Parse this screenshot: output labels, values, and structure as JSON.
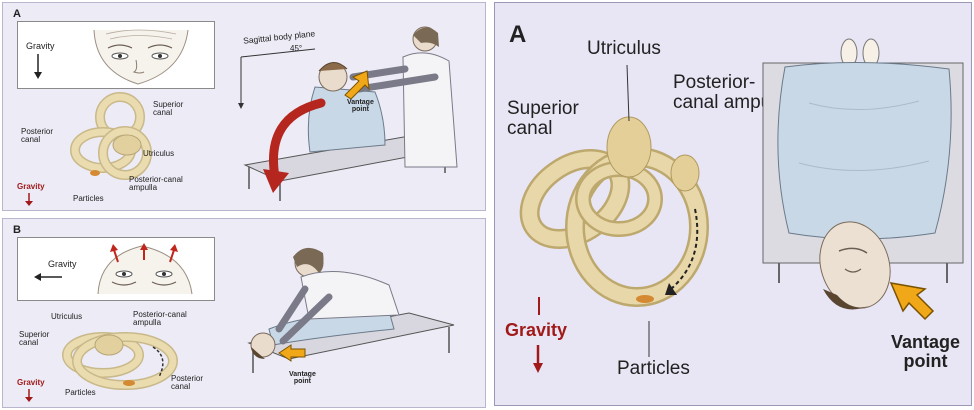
{
  "panel_a": {
    "letter": "A",
    "gravity_box_label": "Gravity",
    "sagittal_label": "Sagittal body plane",
    "angle_label": "45°",
    "vantage_label_1": "Vantage",
    "vantage_label_2": "point",
    "superior_canal_1": "Superior",
    "superior_canal_2": "canal",
    "posterior_canal_1": "Posterior",
    "posterior_canal_2": "canal",
    "utriculus": "Utriculus",
    "ampulla_1": "Posterior-canal",
    "ampulla_2": "ampulla",
    "gravity": "Gravity",
    "particles": "Particles"
  },
  "panel_b": {
    "letter": "B",
    "gravity_box_label": "Gravity",
    "utriculus": "Utriculus",
    "ampulla_1": "Posterior-canal",
    "ampulla_2": "ampulla",
    "superior_canal_1": "Superior",
    "superior_canal_2": "canal",
    "posterior_canal_1": "Posterior",
    "posterior_canal_2": "canal",
    "gravity": "Gravity",
    "particles": "Particles",
    "vantage_label_1": "Vantage",
    "vantage_label_2": "point"
  },
  "panel_right": {
    "letter": "A",
    "utriculus": "Utriculus",
    "ampulla_1": "Posterior-",
    "ampulla_2": "canal ampulla",
    "superior_canal_1": "Superior",
    "superior_canal_2": "canal",
    "gravity": "Gravity",
    "particles": "Particles",
    "vantage_label_1": "Vantage",
    "vantage_label_2": "point"
  },
  "colors": {
    "panel_bg": "#ecebf6",
    "canal": "#e8d7a8",
    "gravity_red": "#a11a1a",
    "arrow_orange": "#f0a818",
    "coat": "#f4f4f6",
    "patient_gown": "#c9d8e6"
  }
}
